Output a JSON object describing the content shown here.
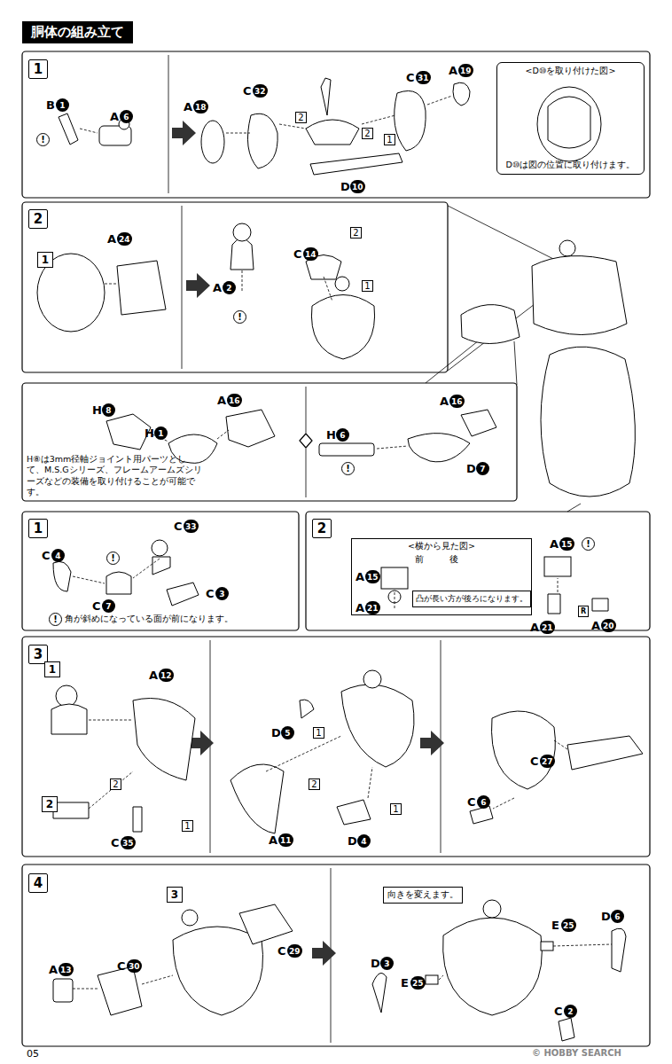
{
  "diagram": {
    "title": "胴体の組み立て",
    "nodes": [
      {
        "text": [
          "1"
        ]
      },
      {
        "text": [
          "2"
        ]
      },
      {
        "text": [
          "2"
        ]
      },
      {
        "text": [
          "1"
        ]
      },
      {
        "text": [
          "<D⑩を取り付けた図>",
          "D⑩は図の位置に取り付けます。"
        ]
      },
      {
        "text": [
          "2"
        ]
      },
      {
        "text": [
          "1"
        ]
      },
      {
        "text": [
          "2"
        ]
      },
      {
        "text": [
          "1"
        ]
      },
      {
        "text": [
          "1"
        ]
      },
      {
        "text": [
          "2"
        ]
      },
      {
        "text": [
          "<横から見た図>"
        ]
      },
      {
        "text": [
          "凸が長い方が後ろになります。"
        ],
        "in": 11
      },
      {
        "text": [
          "3"
        ]
      },
      {
        "text": [
          "1"
        ]
      },
      {
        "text": [
          "2"
        ]
      },
      {
        "text": [
          "2"
        ]
      },
      {
        "text": [
          "1"
        ]
      },
      {
        "text": [
          "1"
        ]
      },
      {
        "text": [
          "2"
        ]
      },
      {
        "text": [
          "1"
        ]
      },
      {
        "text": [
          "4"
        ]
      },
      {
        "text": [
          "3"
        ]
      },
      {
        "text": [
          "向きを変えます。"
        ]
      }
    ],
    "labels": [
      "B",
      "1",
      "!",
      "A",
      "6",
      "A",
      "18",
      "C",
      "32",
      "C",
      "31",
      "A",
      "19",
      "D",
      "10",
      "A",
      "24",
      "A",
      "2",
      "!",
      "C",
      "14",
      "H",
      "8",
      "H",
      "1",
      "A",
      "16",
      "H⑧は3mm径軸ジョイント用パーツとして、M.S.Gシリーズ、フレームアームズシリーズなどの装備を取り付けることが可能です。",
      "H",
      "6",
      "!",
      "A",
      "16",
      "D",
      "7",
      "C",
      "4",
      "!",
      "C",
      "33",
      "C",
      "7",
      "C",
      "3",
      "!",
      "角が斜めになっている面が前になります。",
      "前",
      "後",
      "A",
      "15",
      "A",
      "21",
      "A",
      "15",
      "!",
      "R",
      "A",
      "20",
      "A",
      "21",
      "A",
      "12",
      "C",
      "35",
      "D",
      "5",
      "A",
      "11",
      "D",
      "4",
      "C",
      "27",
      "C",
      "6",
      "A",
      "13",
      "C",
      "30",
      "C",
      "29",
      "E",
      "25",
      "D",
      "6",
      "D",
      "3",
      "E",
      "25",
      "C",
      "2",
      "05",
      "© HOBBY SEARCH"
    ]
  }
}
